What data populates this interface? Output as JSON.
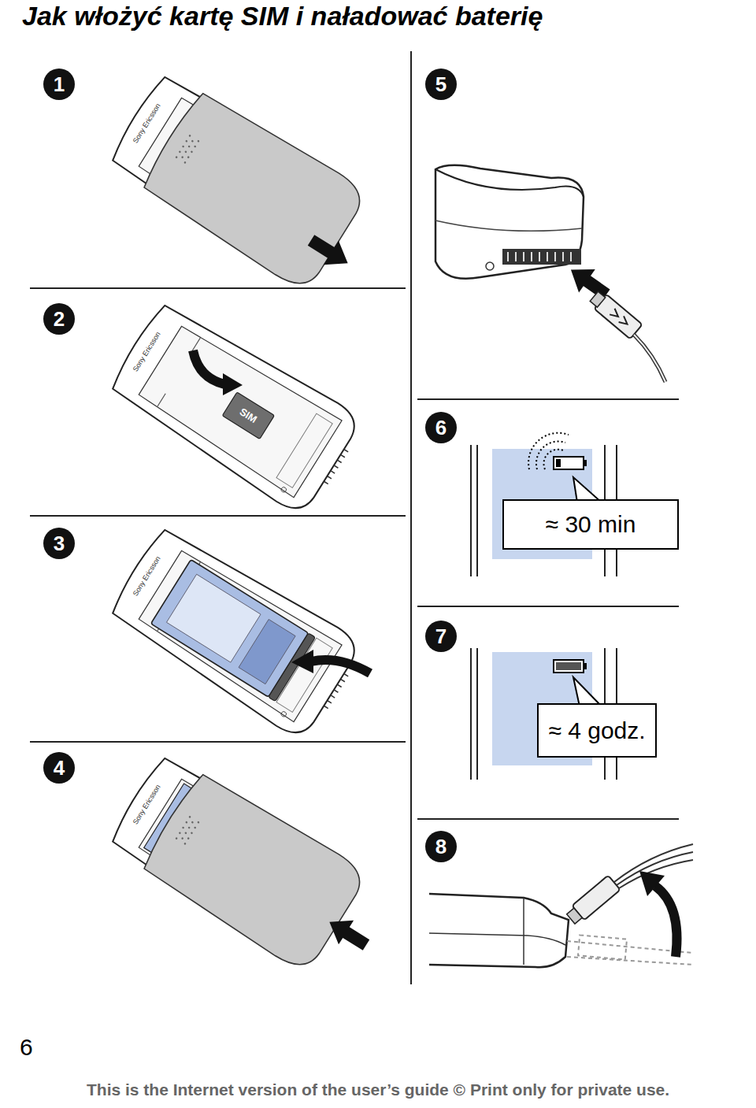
{
  "diagram": {
    "title": "Jak włożyć kartę SIM i naładować baterię",
    "nodes": [
      {
        "text": [
          "≈ 30 min"
        ]
      },
      {
        "text": [
          "≈ 4 godz."
        ]
      }
    ],
    "labels": [
      "1",
      "2",
      "3",
      "4",
      "5",
      "6",
      "7",
      "8",
      "SIM",
      "Sony Ericsson",
      "Sony Ericsson",
      "Sony Ericsson",
      "Sony Ericsson",
      "6",
      "This is the Internet version of the user’s guide © Print only for private use."
    ]
  }
}
